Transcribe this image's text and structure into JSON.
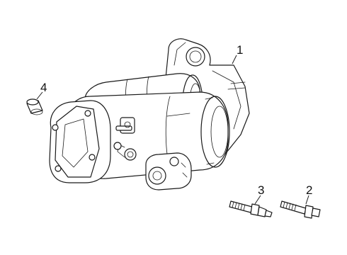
{
  "diagram": {
    "callouts": [
      {
        "id": "1",
        "label": "1"
      },
      {
        "id": "2",
        "label": "2"
      },
      {
        "id": "3",
        "label": "3"
      },
      {
        "id": "4",
        "label": "4"
      }
    ],
    "parts": {
      "starter_motor": "starter-motor-assembly",
      "bolt_long": "mounting-bolt",
      "stud_bolt": "mounting-stud",
      "bushing": "bushing"
    }
  }
}
